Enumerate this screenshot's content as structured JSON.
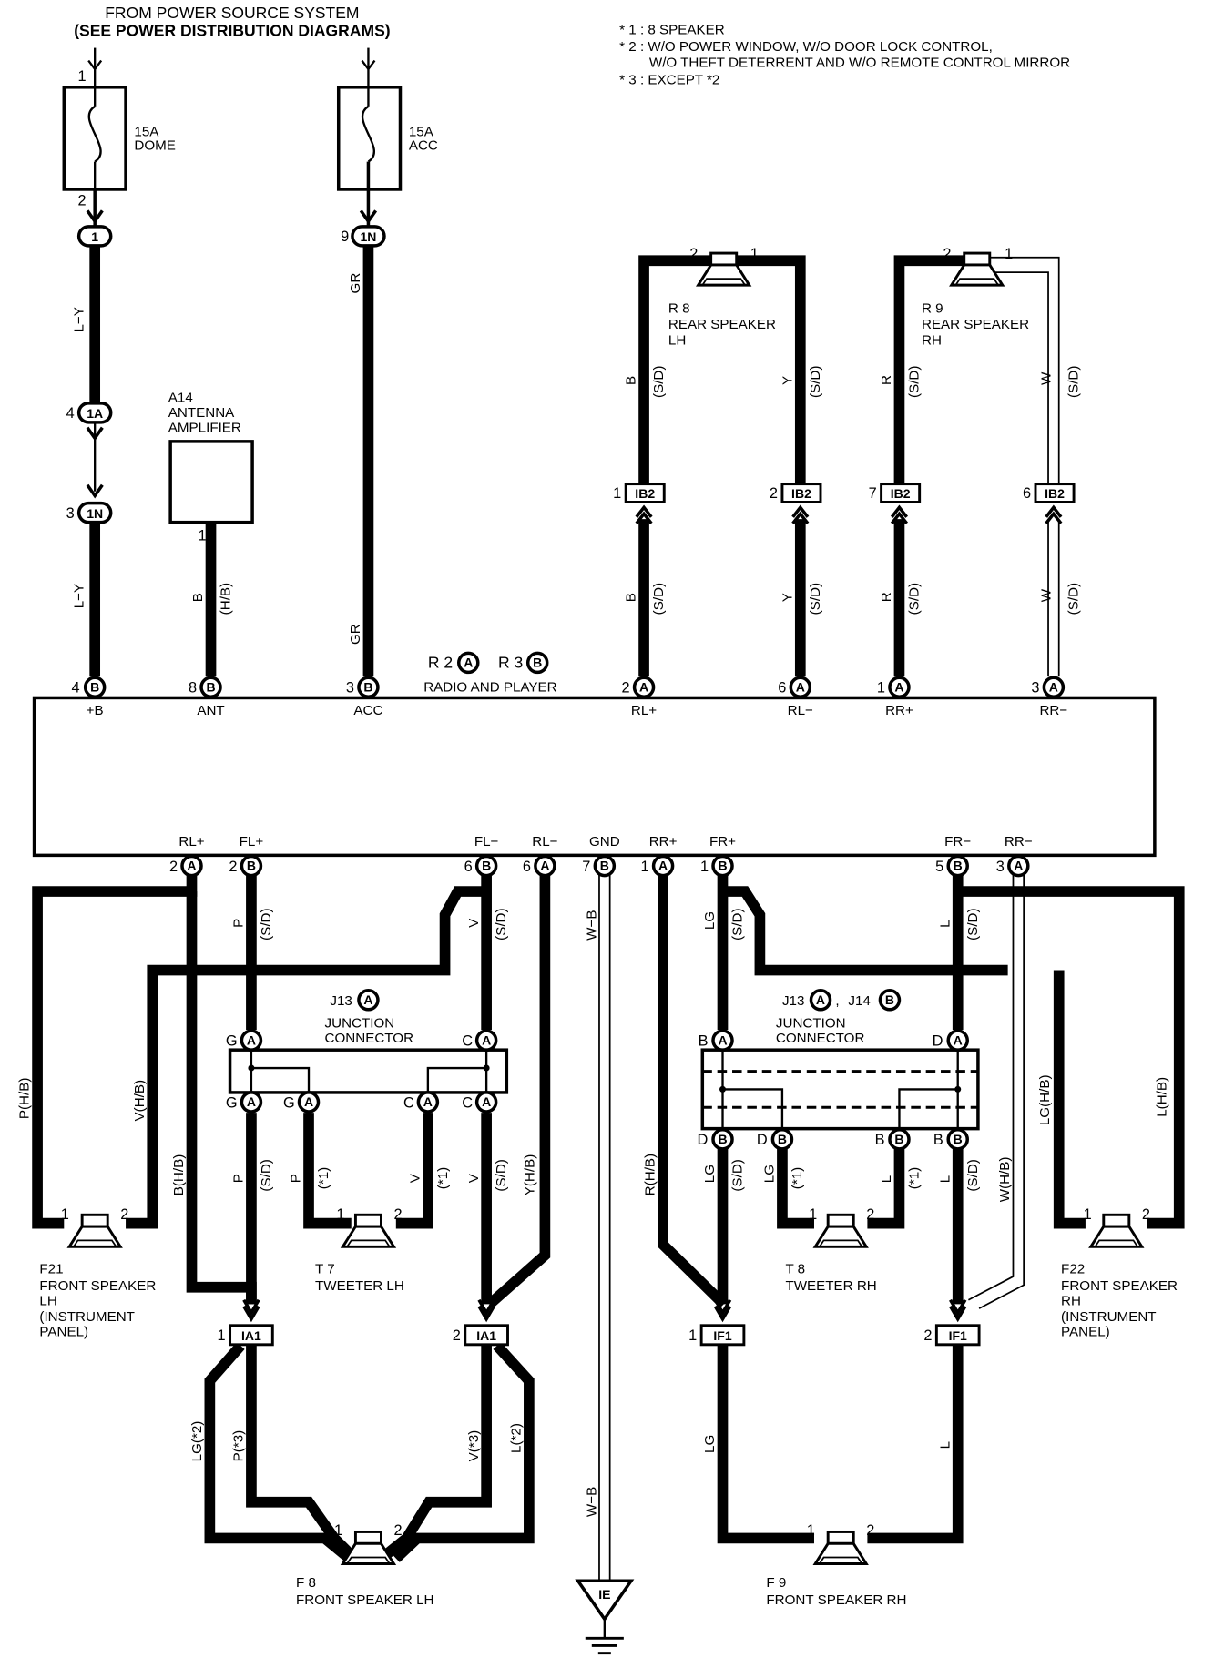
{
  "header": {
    "source_line1": "FROM POWER SOURCE SYSTEM",
    "source_line2": "(SEE POWER DISTRIBUTION DIAGRAMS)"
  },
  "notes": [
    "* 1 : 8 SPEAKER",
    "* 2 : W/O POWER WINDOW, W/O DOOR LOCK CONTROL,",
    "W/O THEFT DETERRENT AND W/O REMOTE CONTROL MIRROR",
    "* 3 : EXCEPT *2"
  ],
  "fuses": {
    "dome": {
      "amp": "15A",
      "name": "DOME",
      "pin_in": "1",
      "pin_out": "2"
    },
    "acc": {
      "amp": "15A",
      "name": "ACC"
    }
  },
  "connectors": {
    "c1": "1",
    "c1n": "1N",
    "c1a": "1A",
    "ib2": "IB2",
    "ia1": "IA1",
    "if1": "IF1",
    "ie": "IE",
    "a": "A",
    "b": "B"
  },
  "pins": {
    "p1": "1",
    "p2": "2",
    "p3": "3",
    "p4": "4",
    "p5": "5",
    "p6": "6",
    "p7": "7",
    "p8": "8",
    "p9": "9"
  },
  "radio": {
    "r2": "R 2",
    "r3": "R 3",
    "name": "RADIO AND PLAYER",
    "top_terms": [
      "+B",
      "ANT",
      "ACC",
      "RL+",
      "RL−",
      "RR+",
      "RR−"
    ],
    "bottom_terms": [
      "RL+",
      "FL+",
      "FL−",
      "RL−",
      "GND",
      "RR+",
      "FR+",
      "FR−",
      "RR−"
    ]
  },
  "antenna": {
    "ref": "A14",
    "line1": "ANTENNA",
    "line2": "AMPLIFIER"
  },
  "wires": {
    "ly": "L−Y",
    "gr": "GR",
    "b": "B",
    "hb": "(H/B)",
    "sd": "(S/D)",
    "y": "Y",
    "r": "R",
    "w": "W",
    "p": "P",
    "lg": "LG",
    "l": "L",
    "v": "V",
    "wb": "W−B",
    "phb": "P(H/B)",
    "vhb": "V(H/B)",
    "bhb": "B(H/B)",
    "yhb": "Y(H/B)",
    "rhb": "R(H/B)",
    "whb": "W(H/B)",
    "lghb": "LG(H/B)",
    "lhb": "L(H/B)",
    "star1": "(*1)",
    "lg2": "LG(*2)",
    "p3": "P(*3)",
    "v3": "V(*3)",
    "l2": "L(*2)"
  },
  "speakers": {
    "r8": {
      "ref": "R 8",
      "l1": "REAR SPEAKER",
      "l2": "LH"
    },
    "r9": {
      "ref": "R 9",
      "l1": "REAR SPEAKER",
      "l2": "RH"
    },
    "f21": {
      "ref": "F21",
      "l1": "FRONT SPEAKER",
      "l2": "LH",
      "l3": "(INSTRUMENT",
      "l4": "PANEL)"
    },
    "f22": {
      "ref": "F22",
      "l1": "FRONT SPEAKER",
      "l2": "RH",
      "l3": "(INSTRUMENT",
      "l4": "PANEL)"
    },
    "t7": {
      "ref": "T 7",
      "l1": "TWEETER LH"
    },
    "t8": {
      "ref": "T 8",
      "l1": "TWEETER RH"
    },
    "f8": {
      "ref": "F 8",
      "l1": "FRONT SPEAKER LH"
    },
    "f9": {
      "ref": "F 9",
      "l1": "FRONT SPEAKER RH"
    }
  },
  "junctions": {
    "left_ref": "J13",
    "right_ref1": "J13",
    "right_ref2": "J14",
    "sep": ",",
    "line1": "JUNCTION",
    "line2": "CONNECTOR",
    "t_g": "G",
    "t_c": "C",
    "t_b": "B",
    "t_d": "D"
  }
}
